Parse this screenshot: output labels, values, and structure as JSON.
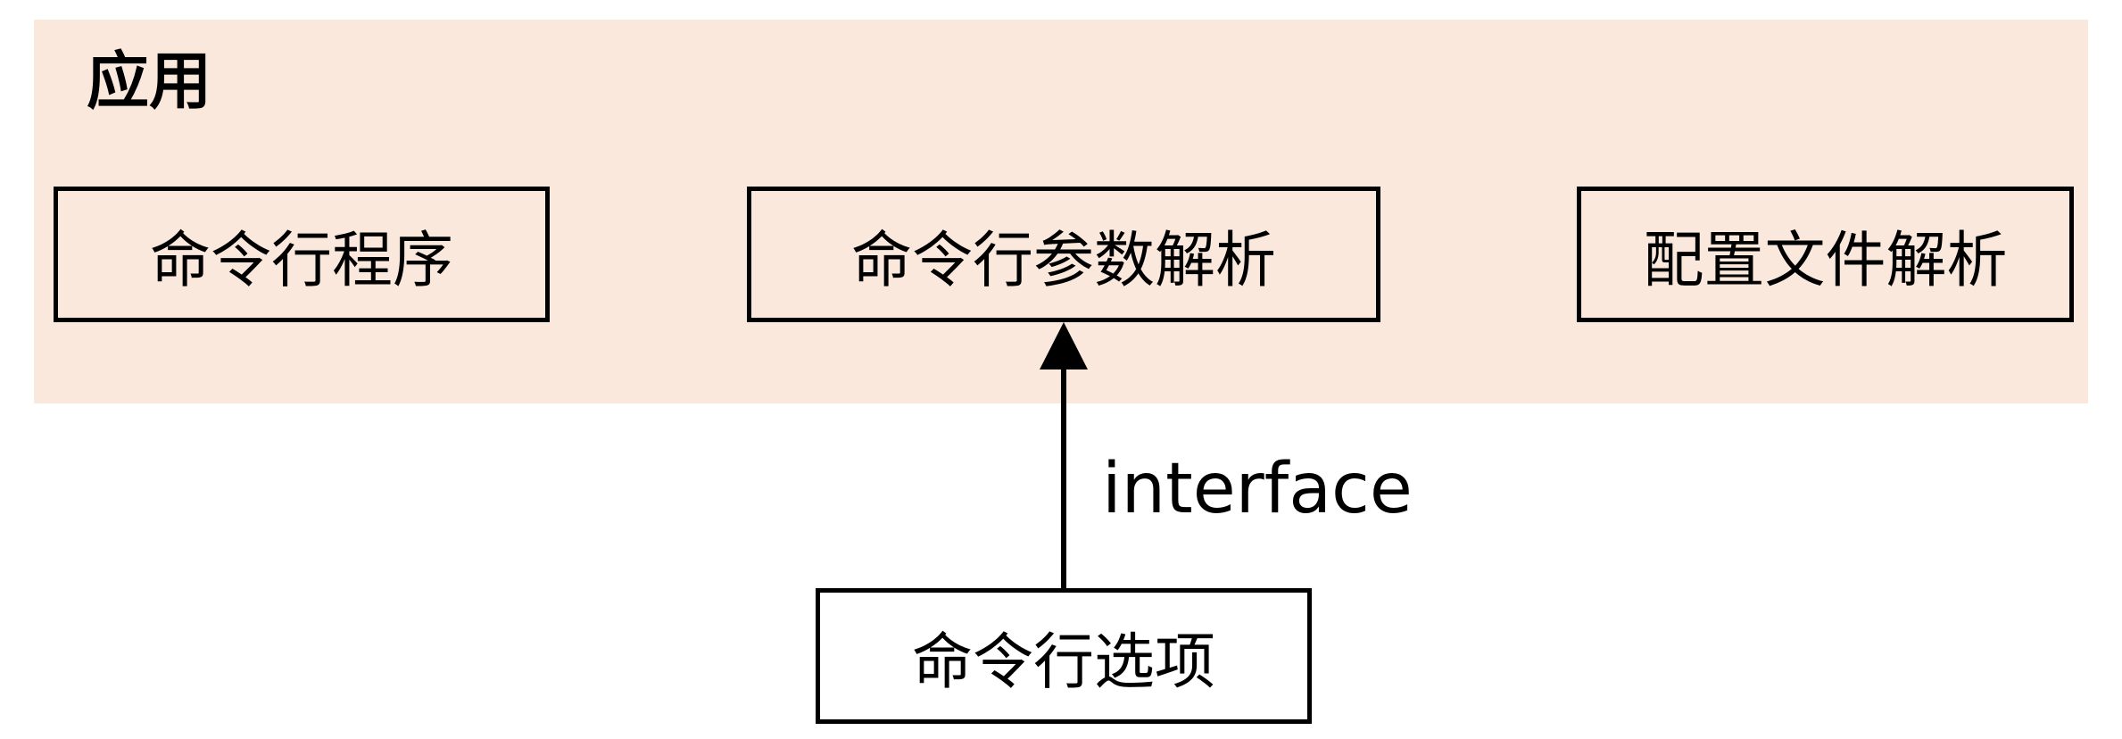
{
  "diagram": {
    "group": {
      "title": "应用"
    },
    "nodes": {
      "cli_program": "命令行程序",
      "cli_parser": "命令行参数解析",
      "config_parser": "配置文件解析",
      "cli_options": "命令行选项"
    },
    "edges": [
      {
        "from": "cli_options",
        "to": "cli_parser",
        "label": "interface",
        "arrowhead": "filled-triangle"
      }
    ],
    "colors": {
      "group_background": "#fbe8dc",
      "stroke": "#000000",
      "text": "#000000"
    }
  }
}
